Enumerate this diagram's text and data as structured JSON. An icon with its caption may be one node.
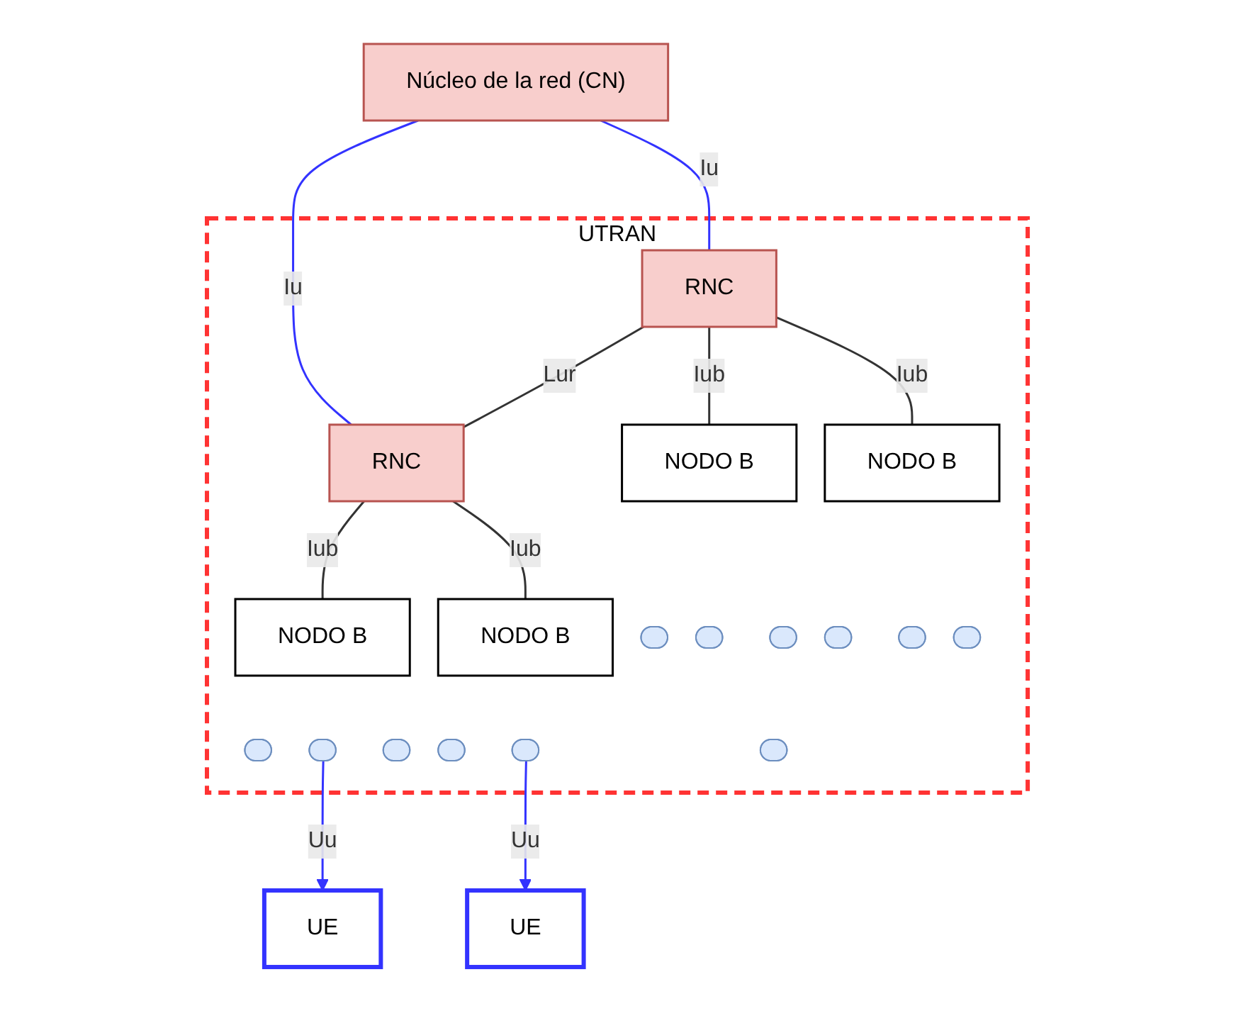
{
  "diagram": {
    "nodes": [
      {
        "text": [
          "Núcleo de la red (CN)"
        ]
      },
      {
        "text": [
          "UTRAN"
        ]
      },
      {
        "text": [
          "RNC"
        ],
        "in": 1
      },
      {
        "text": [
          "RNC"
        ],
        "in": 1
      },
      {
        "text": [
          "NODO B"
        ],
        "in": 1
      },
      {
        "text": [
          "NODO B"
        ],
        "in": 1
      },
      {
        "text": [
          "NODO B"
        ],
        "in": 1
      },
      {
        "text": [
          "NODO B"
        ],
        "in": 1
      },
      {
        "text": [],
        "shape": "ellipse",
        "in": 1
      },
      {
        "text": [],
        "shape": "ellipse",
        "in": 1
      },
      {
        "text": [],
        "shape": "ellipse",
        "in": 1
      },
      {
        "text": [],
        "shape": "ellipse",
        "in": 1
      },
      {
        "text": [],
        "shape": "ellipse",
        "in": 1
      },
      {
        "text": [],
        "shape": "ellipse",
        "in": 1
      },
      {
        "text": [],
        "shape": "ellipse",
        "in": 1
      },
      {
        "text": [],
        "shape": "ellipse",
        "in": 1
      },
      {
        "text": [],
        "shape": "ellipse",
        "in": 1
      },
      {
        "text": [],
        "shape": "ellipse",
        "in": 1
      },
      {
        "text": [],
        "shape": "ellipse",
        "in": 1
      },
      {
        "text": [],
        "shape": "ellipse",
        "in": 1
      },
      {
        "text": [
          "UE"
        ]
      },
      {
        "text": [
          "UE"
        ]
      }
    ],
    "edges": [
      {
        "from": 0,
        "to": 2,
        "arrow": "none",
        "label": "Iu",
        "color": "#3333ff"
      },
      {
        "from": 0,
        "to": 3,
        "arrow": "none",
        "label": "Iu",
        "color": "#3333ff"
      },
      {
        "from": 2,
        "to": 3,
        "arrow": "none",
        "label": "Lur"
      },
      {
        "from": 2,
        "to": 4,
        "arrow": "none",
        "label": "Iub"
      },
      {
        "from": 2,
        "to": 5,
        "arrow": "none",
        "label": "Iub"
      },
      {
        "from": 3,
        "to": 6,
        "arrow": "none",
        "label": "Iub"
      },
      {
        "from": 3,
        "to": 7,
        "arrow": "none",
        "label": "Iub"
      },
      {
        "from": 15,
        "to": 20,
        "arrow": "to",
        "label": "Uu",
        "color": "#3333ff"
      },
      {
        "from": 18,
        "to": 21,
        "arrow": "to",
        "label": "Uu",
        "color": "#3333ff"
      }
    ]
  }
}
